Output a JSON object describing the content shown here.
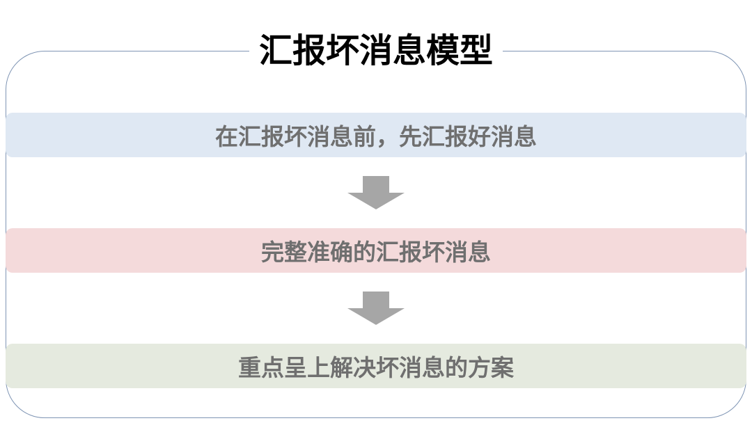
{
  "title": "汇报坏消息模型",
  "steps": [
    {
      "text": "在汇报坏消息前，先汇报好消息",
      "color": "#dfe8f3"
    },
    {
      "text": "完整准确的汇报坏消息",
      "color": "#f4dadb"
    },
    {
      "text": "重点呈上解决坏消息的方案",
      "color": "#e5eadf"
    }
  ],
  "colors": {
    "frame_border": "#7f95b4",
    "arrow": "#a6a6a6",
    "step_text": "#6f6f6f"
  }
}
